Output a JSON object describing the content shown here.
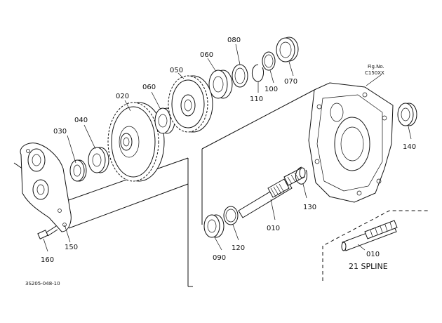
{
  "labels": {
    "p010": "010",
    "p010_alt": "010",
    "p020": "020",
    "p030": "030",
    "p040": "040",
    "p050": "050",
    "p060a": "060",
    "p060b": "060",
    "p070": "070",
    "p080": "080",
    "p090": "090",
    "p100": "100",
    "p110": "110",
    "p120": "120",
    "p130": "130",
    "p140": "140",
    "p150": "150",
    "p160": "160"
  },
  "figref": {
    "line1": "Fig.No.",
    "line2": "C150XX"
  },
  "spline_note": "21 SPLINE",
  "drawing_code": "3S205-048-10"
}
